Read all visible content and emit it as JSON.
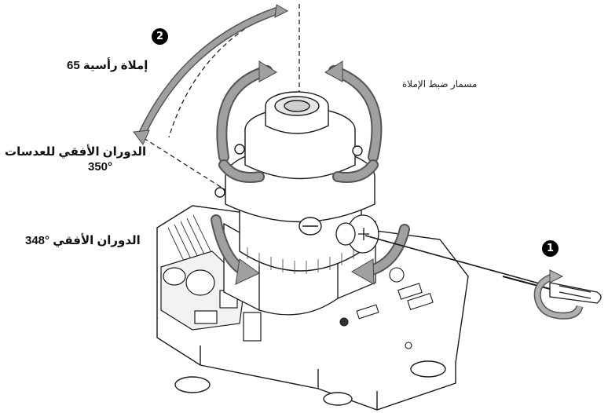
{
  "labels": {
    "vertical_tilt": "إملاة رأسية 65",
    "lens_pan_line1": "الدوران الأفقي للعدسات",
    "lens_pan_line2": "350°",
    "base_pan": "الدوران الأفقي °348",
    "tilt_screw": "مسمار ضبط الإملاة"
  },
  "callouts": {
    "one": "1",
    "two": "2"
  },
  "colors": {
    "arrow_gray": "#9a9a9a",
    "outline": "#1a1a1a"
  }
}
